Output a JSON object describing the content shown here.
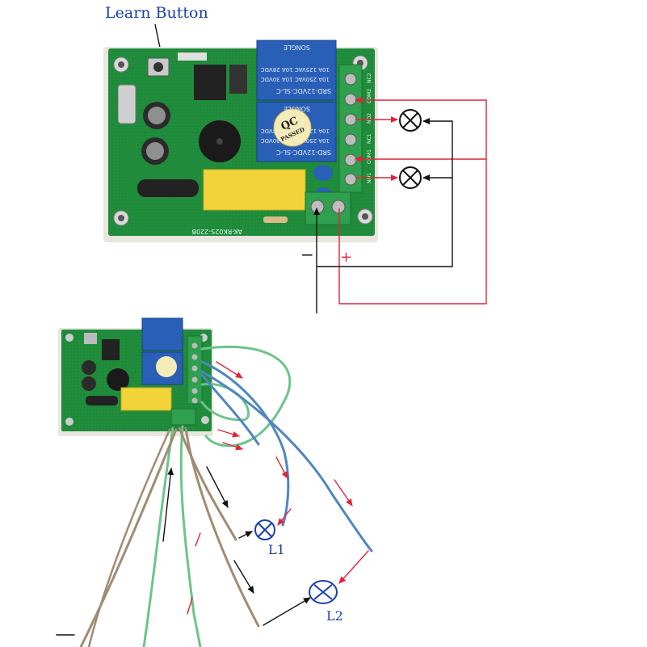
{
  "header": {
    "learn_button_label": "Learn Button"
  },
  "board": {
    "relay_top_model": "SRD-12VDC-SL-C",
    "relay_bottom_model": "SRD-12VDC-SL-C",
    "relay_top_ratings": [
      "10A 250VAC 10A 30VDC",
      "10A 125VAC 10A 28VDC"
    ],
    "relay_bottom_ratings": [
      "10A 250VAC 10A 30VDC",
      "10A 125VAC 10A 28VDC"
    ],
    "relay_brand": "SONGLE",
    "qc_line1": "QC",
    "qc_line2": "PASSED",
    "board_model": "AK-RK02S-220B",
    "terminals": [
      "NC2",
      "COM2",
      "NO2",
      "NC1",
      "COM1",
      "NO1"
    ]
  },
  "polarity": {
    "minus": "−",
    "plus": "+"
  },
  "loads": {
    "l1": "L1",
    "l2": "L2"
  },
  "colors": {
    "pcb_green": "#1e8a3a",
    "pcb_dark": "#12612a",
    "relay_blue": "#2a5fb8",
    "terminal_green": "#2fa04e",
    "capacitor_yellow": "#f2d43a",
    "wire_red": "#e0243a",
    "wire_black": "#111111",
    "wire_green": "#6cc48a",
    "wire_blue": "#4f86c0",
    "wire_brown": "#a08c72",
    "label_blue": "#1a3fb0"
  },
  "icons": [
    "lamp-icon",
    "learn-button-arrow"
  ]
}
